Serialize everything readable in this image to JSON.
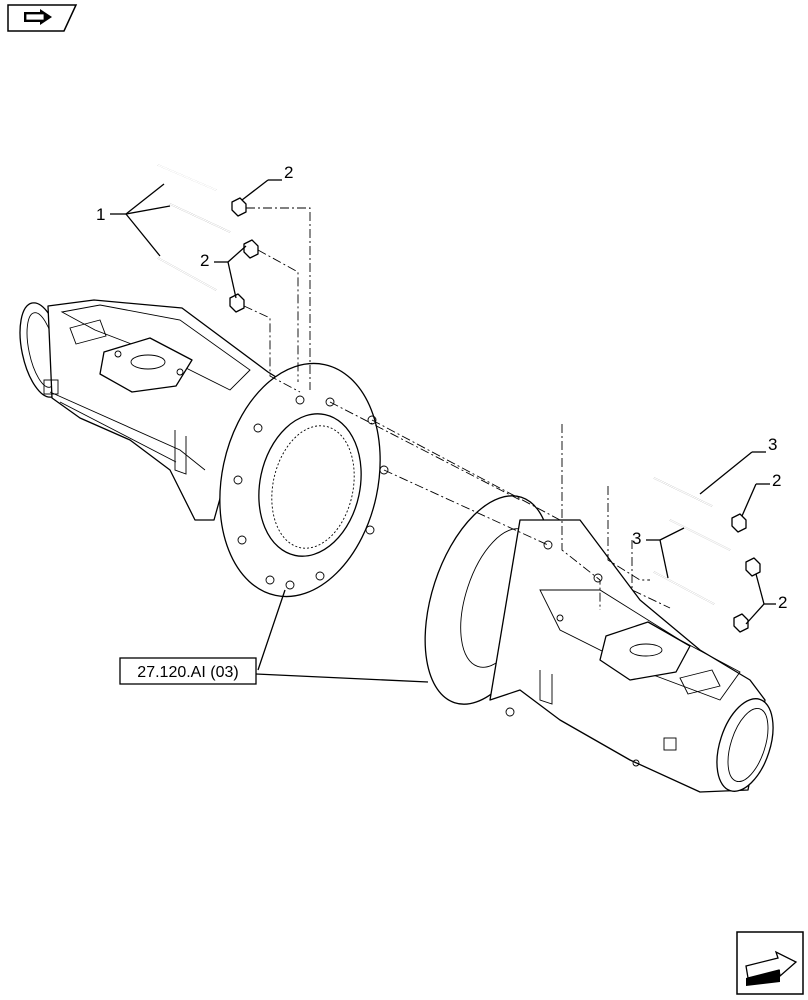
{
  "callouts": {
    "stud_left": "1",
    "nut_top": "2",
    "nut_pair": "2",
    "stud_right": "3",
    "nut_right_top": "2",
    "nut_right_pair": "2"
  },
  "reference": {
    "label": "27.120.AI (03)"
  },
  "icons": {
    "top_left": "book-arrow-icon",
    "bottom_right": "next-page-arrow-icon"
  }
}
